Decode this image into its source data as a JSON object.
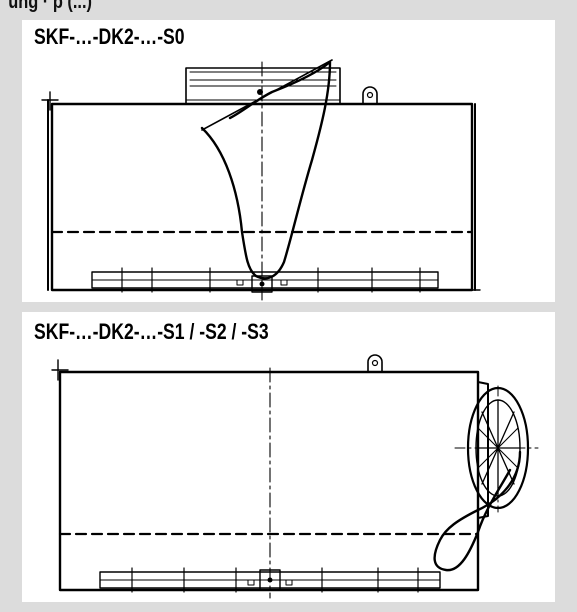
{
  "header": {
    "text": "ung · p (...)"
  },
  "diagram_top": {
    "label": "SKF-…-DK2-…-S0"
  },
  "diagram_bottom": {
    "label": "SKF-…-DK2-…-S1 / -S2 / -S3"
  },
  "colors": {
    "line": "#000000",
    "background": "#dcdcdc",
    "panel": "#ffffff"
  }
}
